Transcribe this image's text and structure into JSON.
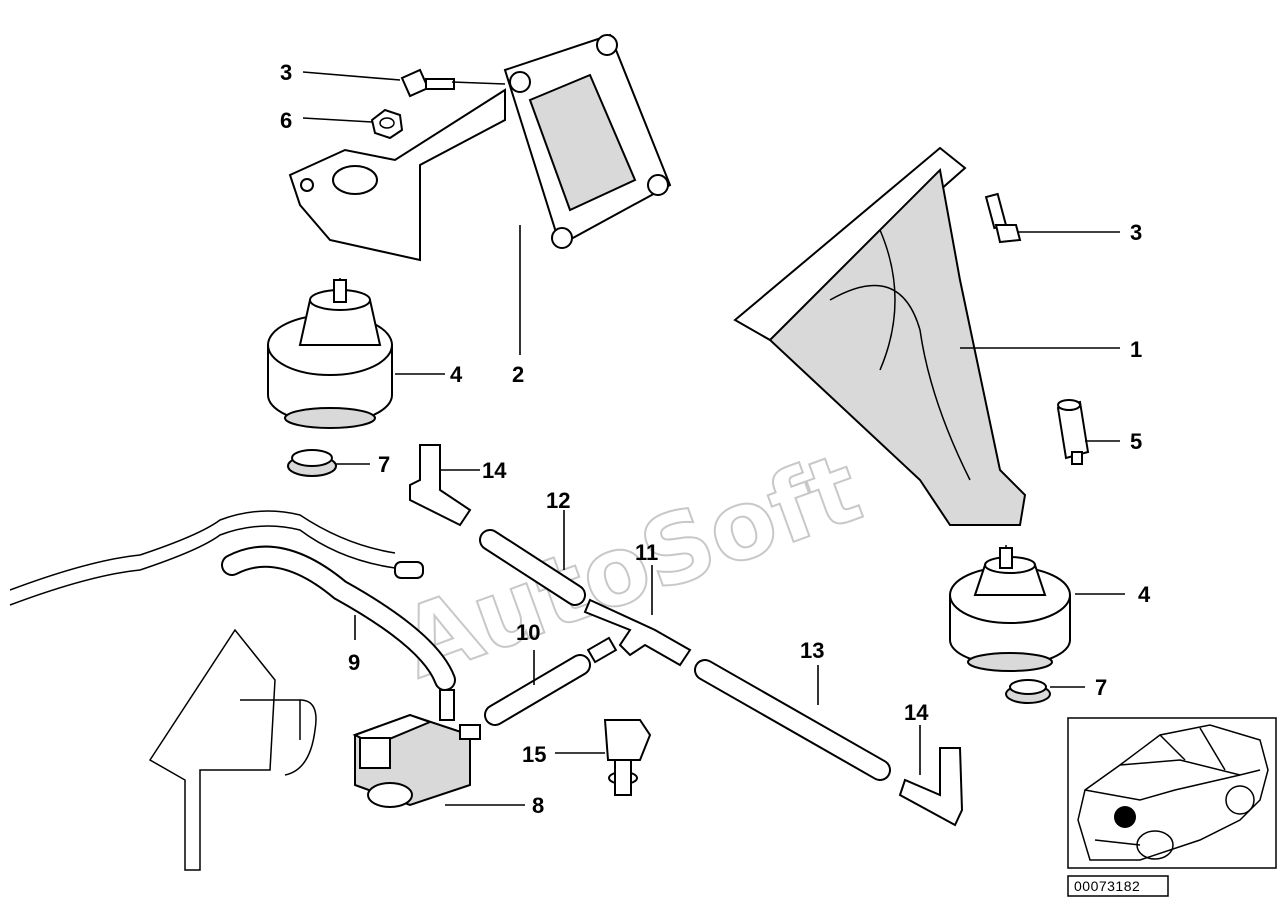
{
  "watermark": "AutoSoft",
  "reference_number": "00073182",
  "callouts": {
    "c1": "1",
    "c2": "2",
    "c3a": "3",
    "c3b": "3",
    "c4a": "4",
    "c4b": "4",
    "c5": "5",
    "c6": "6",
    "c7a": "7",
    "c7b": "7",
    "c8": "8",
    "c9": "9",
    "c10": "10",
    "c11": "11",
    "c12": "12",
    "c13": "13",
    "c14a": "14",
    "c14b": "14",
    "c15": "15"
  }
}
